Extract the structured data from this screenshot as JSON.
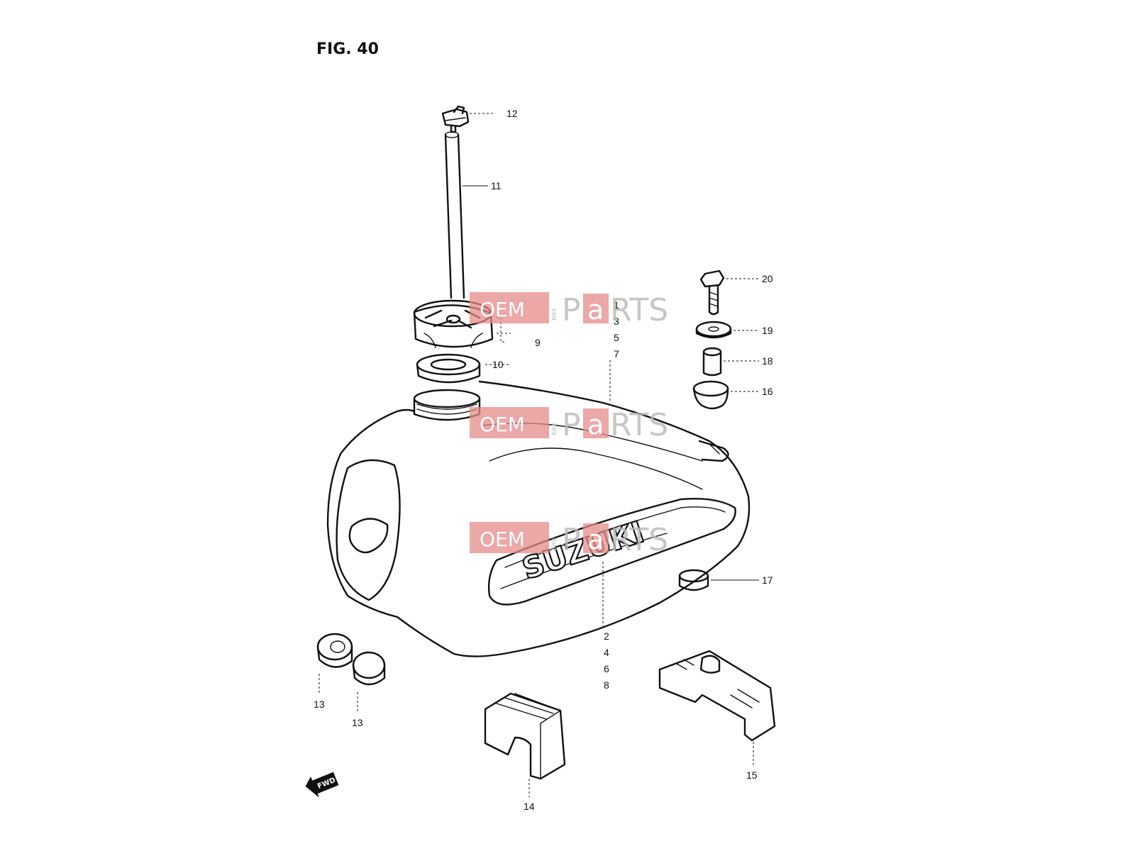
{
  "figure": {
    "title": "FIG. 40"
  },
  "brand_text": "SUZUKI",
  "forward_arrow": {
    "label": "FWD",
    "icon": "forward-arrow-icon"
  },
  "watermark": {
    "left": "OEM",
    "vertical": "BIKE",
    "right_1": "P",
    "right_a": "a",
    "right_2": "RTS"
  },
  "callouts": {
    "c1": "1",
    "c3": "3",
    "c5": "5",
    "c7": "7",
    "c2": "2",
    "c4": "4",
    "c6": "6",
    "c8": "8",
    "c9": "9",
    "c10": "10",
    "c11": "11",
    "c12": "12",
    "c13a": "13",
    "c13b": "13",
    "c14": "14",
    "c15": "15",
    "c16": "16",
    "c17": "17",
    "c18": "18",
    "c19": "19",
    "c20": "20"
  },
  "colors": {
    "ink": "#111111",
    "watermark_red": "#e58a8a",
    "watermark_gray": "#b9b9b9"
  }
}
